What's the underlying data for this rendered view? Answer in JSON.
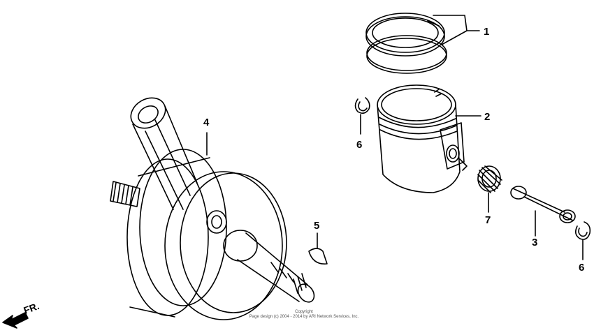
{
  "callouts": {
    "piston_ring_set": "1",
    "piston": "2",
    "piston_pin": "3",
    "crankshaft": "4",
    "woodruff_key": "5",
    "clip_left": "6",
    "clip_right": "6",
    "needle_bearing": "7"
  },
  "front_indicator": "FR.",
  "copyright": {
    "line1": "Copyright",
    "line2": "Page design (c) 2004 - 2014 by ARI Network Services, Inc."
  }
}
